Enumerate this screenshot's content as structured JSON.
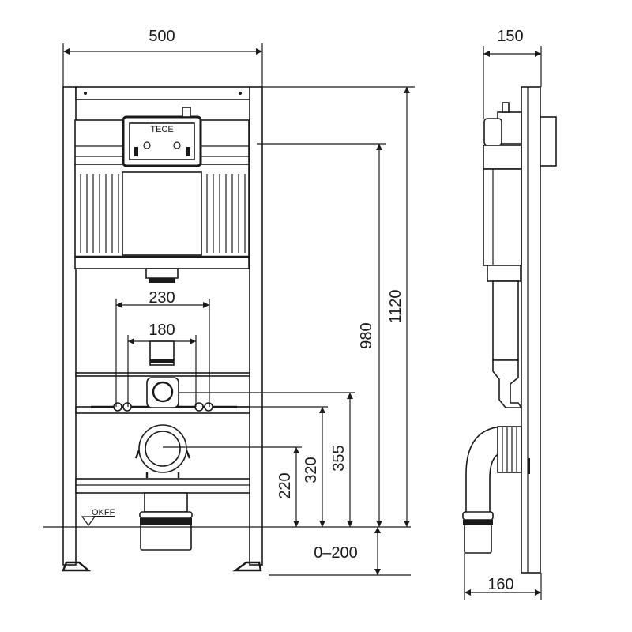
{
  "title": "Wall-hung WC installation frame — dimensional drawing",
  "brand_logo": "TECE",
  "floor_label": "OKFF",
  "dimensions": {
    "frame_width": "500",
    "frame_depth": "150",
    "bottom_depth": "160",
    "total_height": "1120",
    "actuator_height": "980",
    "fixing_height": "355",
    "bolt_height": "320",
    "drain_height": "220",
    "adjustable_legs": "0–200",
    "outer_spacing": "230",
    "inner_spacing": "180"
  },
  "colors": {
    "line": "#1a1a1a",
    "background": "#ffffff"
  }
}
